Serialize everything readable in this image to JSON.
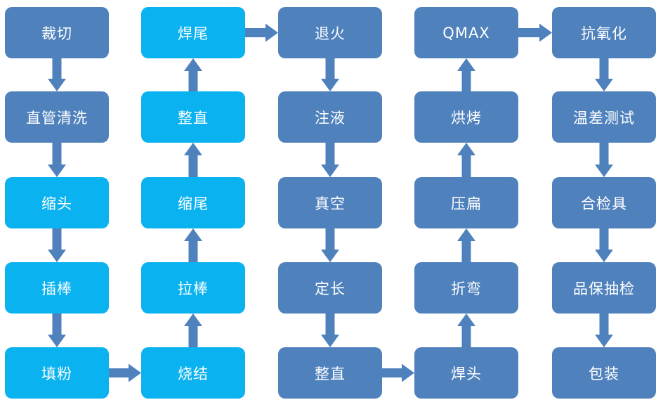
{
  "colors": {
    "dark": "#4f81bd",
    "light": "#0ab2ef",
    "arrow": "#4f81bd"
  },
  "steps": [
    {
      "id": "n1",
      "label": "裁切",
      "color": "dark"
    },
    {
      "id": "n2",
      "label": "直管清洗",
      "color": "dark"
    },
    {
      "id": "n3",
      "label": "缩头",
      "color": "light"
    },
    {
      "id": "n4",
      "label": "插棒",
      "color": "light"
    },
    {
      "id": "n5",
      "label": "填粉",
      "color": "light"
    },
    {
      "id": "n6",
      "label": "烧结",
      "color": "light"
    },
    {
      "id": "n7",
      "label": "拉棒",
      "color": "light"
    },
    {
      "id": "n8",
      "label": "缩尾",
      "color": "light"
    },
    {
      "id": "n9",
      "label": "整直",
      "color": "light"
    },
    {
      "id": "n10",
      "label": "焊尾",
      "color": "light"
    },
    {
      "id": "n11",
      "label": "退火",
      "color": "dark"
    },
    {
      "id": "n12",
      "label": "注液",
      "color": "dark"
    },
    {
      "id": "n13",
      "label": "真空",
      "color": "dark"
    },
    {
      "id": "n14",
      "label": "定长",
      "color": "dark"
    },
    {
      "id": "n15",
      "label": "整直",
      "color": "dark"
    },
    {
      "id": "n16",
      "label": "焊头",
      "color": "dark"
    },
    {
      "id": "n17",
      "label": "折弯",
      "color": "dark"
    },
    {
      "id": "n18",
      "label": "压扁",
      "color": "dark"
    },
    {
      "id": "n19",
      "label": "烘烤",
      "color": "dark"
    },
    {
      "id": "n20",
      "label": "QMAX",
      "color": "dark"
    },
    {
      "id": "n21",
      "label": "抗氧化",
      "color": "dark"
    },
    {
      "id": "n22",
      "label": "温差测试",
      "color": "dark"
    },
    {
      "id": "n23",
      "label": "合检具",
      "color": "dark"
    },
    {
      "id": "n24",
      "label": "品保抽检",
      "color": "dark"
    },
    {
      "id": "n25",
      "label": "包装",
      "color": "dark"
    }
  ],
  "flows": [
    [
      "n1",
      "n2"
    ],
    [
      "n2",
      "n3"
    ],
    [
      "n3",
      "n4"
    ],
    [
      "n4",
      "n5"
    ],
    [
      "n5",
      "n6"
    ],
    [
      "n6",
      "n7"
    ],
    [
      "n7",
      "n8"
    ],
    [
      "n8",
      "n9"
    ],
    [
      "n9",
      "n10"
    ],
    [
      "n10",
      "n11"
    ],
    [
      "n11",
      "n12"
    ],
    [
      "n12",
      "n13"
    ],
    [
      "n13",
      "n14"
    ],
    [
      "n14",
      "n15"
    ],
    [
      "n15",
      "n16"
    ],
    [
      "n16",
      "n17"
    ],
    [
      "n17",
      "n18"
    ],
    [
      "n18",
      "n19"
    ],
    [
      "n19",
      "n20"
    ],
    [
      "n20",
      "n21"
    ],
    [
      "n21",
      "n22"
    ],
    [
      "n22",
      "n23"
    ],
    [
      "n23",
      "n24"
    ],
    [
      "n24",
      "n25"
    ]
  ]
}
